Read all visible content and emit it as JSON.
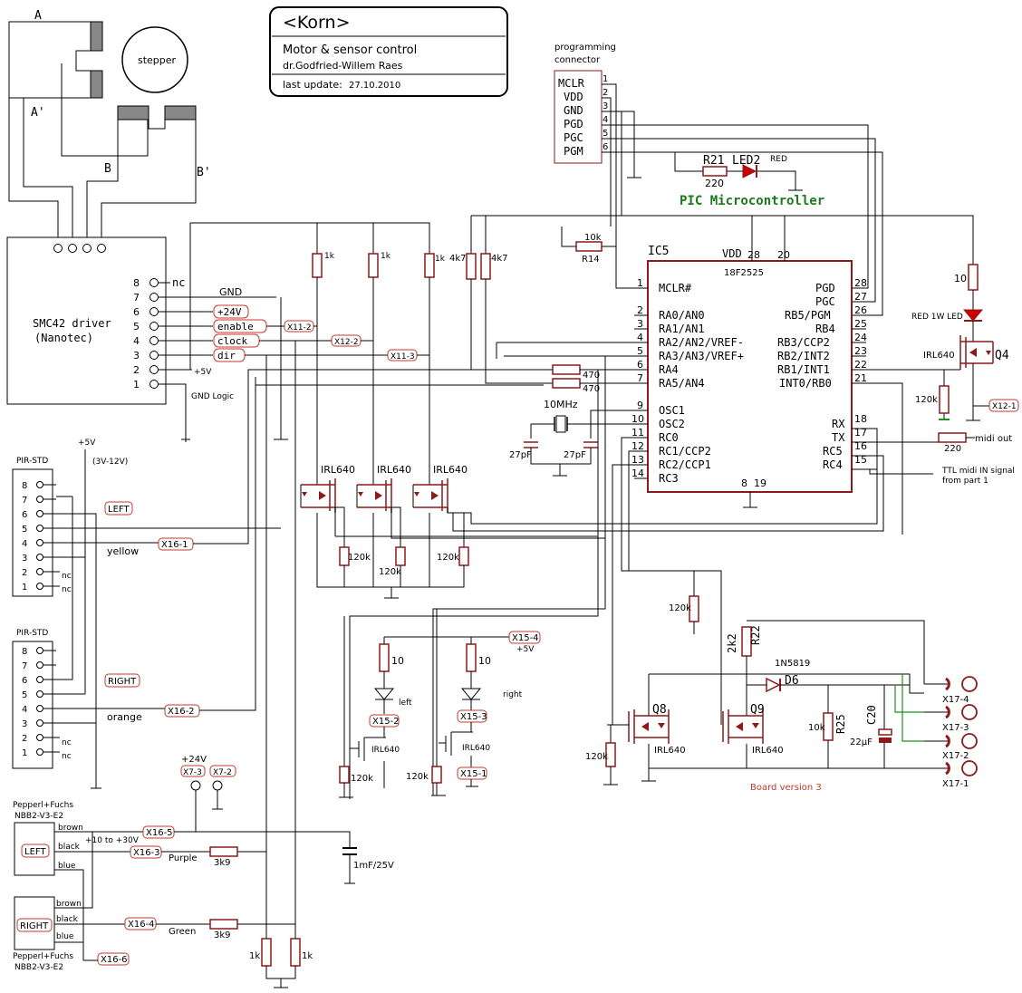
{
  "title_block": {
    "name": "<Korn>",
    "subtitle": "Motor & sensor control",
    "author": "dr.Godfried-Willem Raes",
    "update_label": "last update:",
    "update_date": "27.10.2010",
    "board_version": "Board version 3"
  },
  "stepper": {
    "label": "stepper",
    "coils": [
      "A",
      "A'",
      "B",
      "B'"
    ]
  },
  "driver": {
    "name": "SMC42 driver",
    "maker": "(Nanotec)",
    "pins": [
      "8",
      "7",
      "6",
      "5",
      "4",
      "3",
      "2",
      "1"
    ],
    "pin_labels": {
      "p8": "nc",
      "p7": "GND",
      "p6": "+24V",
      "p5": "enable",
      "p4": "clock",
      "p3": "dir",
      "p2": "+5V",
      "p1": "GND Logic"
    }
  },
  "prog_connector": {
    "title_1": "programming",
    "title_2": "connector",
    "pins": [
      "MCLR",
      "VDD",
      "GND",
      "PGD",
      "PGC",
      "PGM"
    ],
    "numbers": [
      "1",
      "2",
      "3",
      "4",
      "5",
      "6"
    ]
  },
  "mcu": {
    "ref": "IC5",
    "part": "18F2525",
    "vdd": "VDD",
    "pin28": "28",
    "pin20": "20",
    "pin8": "8",
    "pin19": "19",
    "heading": "PIC Microcontroller",
    "left_pins": [
      {
        "n": "1",
        "name": "MCLR#"
      },
      {
        "n": "2",
        "name": "RA0/AN0"
      },
      {
        "n": "3",
        "name": "RA1/AN1"
      },
      {
        "n": "4",
        "name": "RA2/AN2/VREF-"
      },
      {
        "n": "5",
        "name": "RA3/AN3/VREF+"
      },
      {
        "n": "6",
        "name": "RA4"
      },
      {
        "n": "7",
        "name": "RA5/AN4"
      },
      {
        "n": "9",
        "name": "OSC1"
      },
      {
        "n": "10",
        "name": "OSC2"
      },
      {
        "n": "11",
        "name": "RC0"
      },
      {
        "n": "12",
        "name": "RC1/CCP2"
      },
      {
        "n": "13",
        "name": "RC2/CCP1"
      },
      {
        "n": "14",
        "name": "RC3"
      }
    ],
    "right_pins": [
      {
        "n": "28",
        "name": "PGD"
      },
      {
        "n": "27",
        "name": "PGC"
      },
      {
        "n": "26",
        "name": "RB5/PGM"
      },
      {
        "n": "25",
        "name": "RB4"
      },
      {
        "n": "24",
        "name": "RB3/CCP2"
      },
      {
        "n": "23",
        "name": "RB2/INT2"
      },
      {
        "n": "22",
        "name": "RB1/INT1"
      },
      {
        "n": "21",
        "name": "INT0/RB0"
      },
      {
        "n": "18",
        "name": "RX"
      },
      {
        "n": "17",
        "name": "TX"
      },
      {
        "n": "16",
        "name": "RC5"
      },
      {
        "n": "15",
        "name": "RC4"
      }
    ]
  },
  "components": {
    "r21": "R21",
    "r21_val": "220",
    "led2": "LED2",
    "led2_color": "RED",
    "r14_val": "10k",
    "r14": "R14",
    "crystal": "10MHz",
    "cap_a": "27pF",
    "cap_b": "27pF",
    "r470a": "470",
    "r470b": "470",
    "pull_1k_a": "1k",
    "pull_1k_b": "1k",
    "pull_1k_c": "1k",
    "pull_4k7_a": "4k7",
    "pull_4k7_b": "4k7",
    "irl_1": "IRL640",
    "irl_2": "IRL640",
    "irl_3": "IRL640",
    "r120_a": "120k",
    "r120_b": "120k",
    "r120_c": "120k",
    "r10_led": "10",
    "led_1w": "RED 1W LED",
    "q4": "Q4",
    "q4_part": "IRL640",
    "r120_q4": "120k",
    "midi_r": "220",
    "midi_out": "midi out",
    "ttl_1": "TTL midi IN signal",
    "ttl_2": "from part 1",
    "r120_rc0": "120k",
    "r22": "R22",
    "r22_val": "2k2",
    "d6": "D6",
    "d6_part": "1N5819",
    "q8": "Q8",
    "q8_part": "IRL640",
    "q9": "Q9",
    "q9_part": "IRL640",
    "r120_q8": "120k",
    "r25": "R25",
    "r25_val": "10k",
    "c20": "C20",
    "c20_val": "22µF",
    "led_r_left": "10",
    "led_r_right": "10",
    "led_left": "left",
    "led_right": "right",
    "plus5": "+5V",
    "irl_left": "IRL640",
    "irl_right": "IRL640",
    "r120_left": "120k",
    "r120_right": "120k",
    "plus24": "+24V",
    "cap_big": "1mF/25V",
    "range": "+10 to +30V",
    "purple": "Purple",
    "green": "Green",
    "r3k9_a": "3k9",
    "r3k9_b": "3k9",
    "r1k_a": "1k",
    "r1k_b": "1k",
    "r10_q4": "10"
  },
  "pir_top": {
    "title": "PIR-STD",
    "supply": "+5V",
    "range": "(3V-12V)",
    "side": "LEFT",
    "wire": "yellow",
    "pins": [
      "8",
      "7",
      "6",
      "5",
      "4",
      "3",
      "2",
      "1"
    ],
    "nc": "nc"
  },
  "pir_bottom": {
    "title": "PIR-STD",
    "side": "RIGHT",
    "wire": "orange",
    "pins": [
      "8",
      "7",
      "6",
      "5",
      "4",
      "3",
      "2",
      "1"
    ],
    "nc": "nc"
  },
  "sensors": {
    "maker": "Pepperl+Fuchs",
    "model": "NBB2-V3-E2",
    "left": "LEFT",
    "right": "RIGHT",
    "wires": [
      "brown",
      "black",
      "blue"
    ]
  },
  "net_labels": {
    "x11_2": "X11-2",
    "x12_2": "X12-2",
    "x11_3": "X11-3",
    "x16_1": "X16-1",
    "x16_2": "X16-2",
    "x15_4": "X15-4",
    "x15_2": "X15-2",
    "x15_3": "X15-3",
    "x15_1": "X15-1",
    "x7_3": "X7-3",
    "x7_2": "X7-2",
    "x16_5": "X16-5",
    "x16_3": "X16-3",
    "x16_4": "X16-4",
    "x16_6": "X16-6",
    "x12_1": "X12-1",
    "x17_4": "X17-4",
    "x17_3": "X17-3",
    "x17_2": "X17-2",
    "x17_1": "X17-1"
  },
  "colors": {
    "ink": "#000000",
    "component": "#8b1a1a",
    "net_label_border": "#c0392b",
    "heading_green": "#1a7a1a",
    "wire_green": "#1f8f1f"
  }
}
